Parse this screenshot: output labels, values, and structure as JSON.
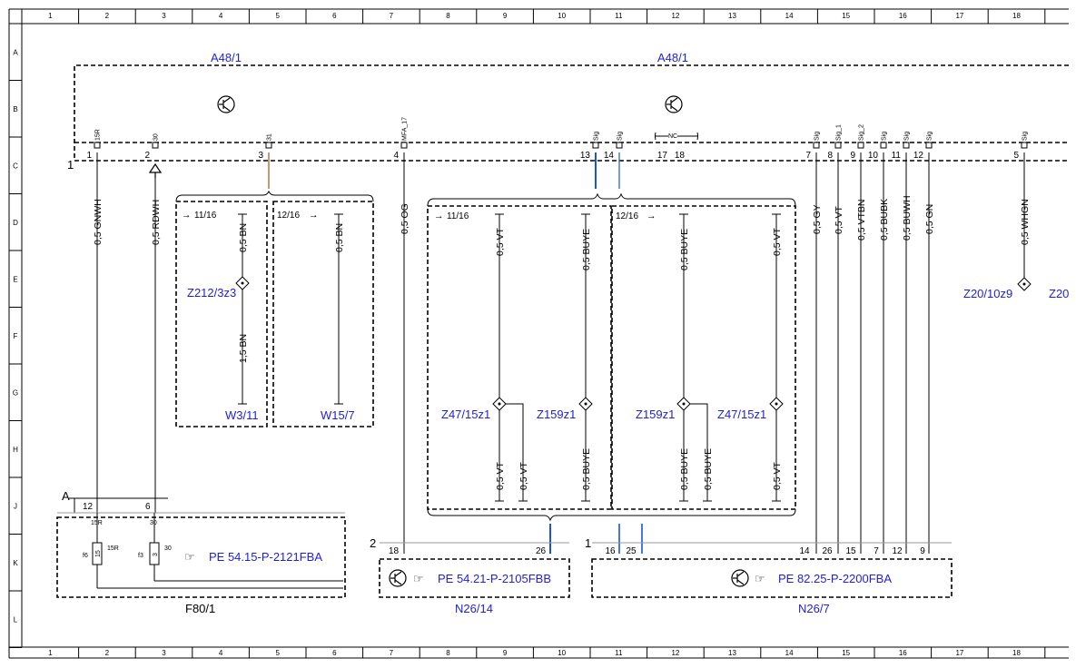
{
  "grid": {
    "columns": [
      "1",
      "2",
      "3",
      "4",
      "5",
      "6",
      "7",
      "8",
      "9",
      "10",
      "11",
      "12",
      "13",
      "14",
      "15",
      "16",
      "17",
      "18"
    ],
    "rows": [
      "A",
      "B",
      "C",
      "D",
      "E",
      "F",
      "G",
      "H",
      "J",
      "K",
      "L"
    ]
  },
  "modules": {
    "top_left_label": "A48/1",
    "top_right_label": "A48/1",
    "row_marker": "1",
    "connector_pins": [
      {
        "sig": "15R",
        "num": "1"
      },
      {
        "sig": "30",
        "num": "2"
      },
      {
        "sig": "31",
        "num": "3"
      },
      {
        "sig": "MFA_17",
        "num": "4"
      },
      {
        "sig": "Sig",
        "num": "13"
      },
      {
        "sig": "Sig",
        "num": "14"
      },
      {
        "sig": "NC",
        "num": "17"
      },
      {
        "sig": "",
        "num": "18"
      },
      {
        "sig": "Sig",
        "num": "7"
      },
      {
        "sig": "Sig_1",
        "num": "8"
      },
      {
        "sig": "Sig_2",
        "num": "9"
      },
      {
        "sig": "Sig",
        "num": "10"
      },
      {
        "sig": "Sig",
        "num": "11"
      },
      {
        "sig": "Sig",
        "num": "12"
      },
      {
        "sig": "Sig",
        "num": "5"
      }
    ]
  },
  "wires": {
    "gnwh": "0,5 GNWH",
    "rdwh": "0,5 RDWH",
    "og": "0,5 OG",
    "gy": "0,5 GY",
    "vt": "0,5 VT",
    "vtbn": "0,5 VTBN",
    "bubk": "0,5 BUBK",
    "buwh": "0,5 BUWH",
    "gn": "0,5 GN",
    "whgn": "0,5 WHGN",
    "bn": "0,5 BN",
    "bn15": "1,5 BN",
    "buye": "0,5 BUYE"
  },
  "refs": {
    "r1116": "11/16",
    "r1216": "12/16"
  },
  "splices": {
    "z212": "Z212/3z3",
    "w3": "W3/11",
    "w15": "W15/7",
    "z47_a": "Z47/15z1",
    "z159_a": "Z159z1",
    "z159_b": "Z159z1",
    "z47_b": "Z47/15z1",
    "z20": "Z20/10z9",
    "z20_cut": "Z20"
  },
  "bottom": {
    "fuse_box": {
      "name": "F80/1",
      "marker": "A",
      "pin_12": "12",
      "pin_6": "6",
      "sig_15r": "15R",
      "sig_30": "30",
      "fuse_f6": "f6",
      "fuse_f6_value": "15",
      "fuse_f6_sig": "15R",
      "fuse_f3": "f3",
      "fuse_f3_value": "3",
      "fuse_f3_sig": "30",
      "pe": "PE 54.15-P-2121FBA"
    },
    "n26_14": {
      "name": "N26/14",
      "marker": "2",
      "pin_a": "18",
      "pin_b": "26",
      "pe": "PE 54.21-P-2105FBB"
    },
    "n26_7": {
      "name": "N26/7",
      "marker": "1",
      "pins": [
        "16",
        "25",
        "14",
        "26",
        "15",
        "7",
        "12",
        "9"
      ],
      "pe": "PE 82.25-P-2200FBA"
    }
  }
}
